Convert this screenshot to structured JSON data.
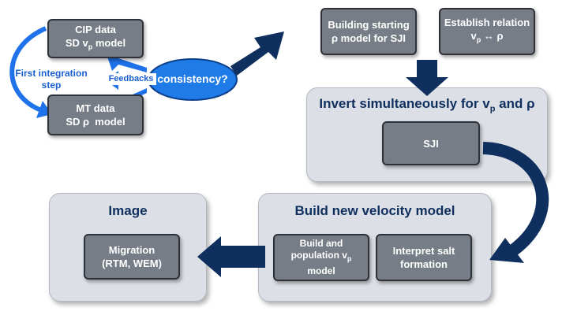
{
  "top_left": {
    "cip_box": {
      "line1": "CIP data",
      "line2_prefix": "SD v",
      "line2_sub": "p",
      "line2_suffix": " model"
    },
    "mt_box": {
      "line1": "MT data",
      "line2": "SD ρ  model"
    },
    "integration_label": {
      "line1": "First integration",
      "line2": "step"
    },
    "feedbacks_label": "Feedbacks",
    "consistency_label": "consistency?"
  },
  "top_right": {
    "start_model_box": {
      "line1": "Building starting",
      "line2": "ρ model for SJI"
    },
    "relation_box": {
      "line1": "Establish relation",
      "line2_prefix": "v",
      "line2_sub": "p",
      "line2_suffix": " ↔ ρ"
    }
  },
  "invert_panel": {
    "title_prefix": "Invert simultaneously for v",
    "title_sub": "p",
    "title_suffix": " and ρ",
    "sji_box": "SJI"
  },
  "build_panel": {
    "title": "Build new velocity model",
    "population_box": {
      "line1": "Build and",
      "line2_prefix": "population v",
      "line2_sub": "p",
      "line3": "model"
    },
    "interpret_box": {
      "line1": "Interpret salt",
      "line2": "formation"
    }
  },
  "image_panel": {
    "title": "Image",
    "migration_box": {
      "line1": "Migration",
      "line2": "(RTM, WEM)"
    }
  },
  "colors": {
    "arrow_navy": "#0f2f5e",
    "feedback_blue": "#1f72ea",
    "box_gray": "#777d86",
    "panel_gray": "#dcdfe6",
    "label_blue": "#1a5fd0"
  }
}
